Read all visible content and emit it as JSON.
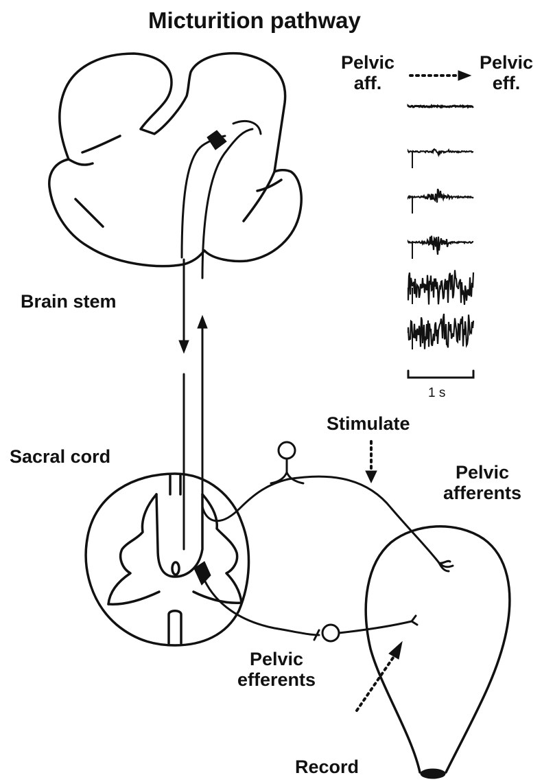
{
  "title": "Micturition pathway",
  "legend": {
    "from_label": "Pelvic\naff.",
    "to_label": "Pelvic\neff."
  },
  "labels": {
    "brain_stem": "Brain stem",
    "sacral_cord": "Sacral cord",
    "stimulate": "Stimulate",
    "pelvic_afferents": "Pelvic\nafferents",
    "pelvic_efferents": "Pelvic\nefferents",
    "record": "Record"
  },
  "trace_scale": "1 s",
  "traces": [
    {
      "activity": 0.0
    },
    {
      "activity": 0.1
    },
    {
      "activity": 0.25
    },
    {
      "activity": 0.4
    },
    {
      "activity": 0.85
    },
    {
      "activity": 1.0
    }
  ]
}
